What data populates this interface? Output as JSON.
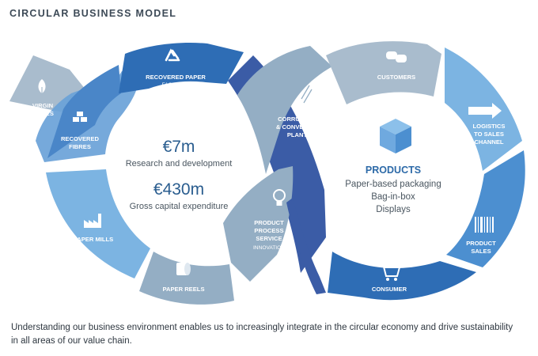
{
  "title": "CIRCULAR BUSINESS MODEL",
  "left_loop": {
    "segments": {
      "virgin": [
        "VIRGIN",
        "FIBRES"
      ],
      "recovered_fibres": [
        "RECOVERED",
        "FIBRES"
      ],
      "recovered_paper": "RECOVERED PAPER",
      "recovered_paper_sub": "FACILITIES",
      "paper_mills": "PAPER MILLS",
      "paper_reels": "PAPER REELS"
    },
    "center": {
      "figure1": "€7m",
      "label1": "Research and development",
      "figure2": "€430m",
      "label2": "Gross capital expenditure"
    }
  },
  "bridge": {
    "corrugated": [
      "CORRUGATED",
      "& CONVERTING",
      "PLANTS"
    ],
    "product_process": [
      "PRODUCT",
      "PROCESS",
      "SERVICE"
    ],
    "product_process_sub": "INNOVATION"
  },
  "right_loop": {
    "segments": {
      "customers": "CUSTOMERS",
      "logistics": [
        "LOGISTICS",
        "TO SALES",
        "CHANNEL"
      ],
      "product_sales": [
        "PRODUCT",
        "SALES"
      ],
      "consumer": "CONSUMER"
    },
    "center": {
      "heading": "PRODUCTS",
      "items": [
        "Paper-based packaging",
        "Bag-in-box",
        "Displays"
      ]
    }
  },
  "caption": "Understanding our business environment enables us to increasingly integrate in the circular economy and drive sustainability in all areas of our value chain.",
  "colors": {
    "dark_blue": "#2e6db5",
    "mid_blue": "#4c8fd0",
    "light_blue": "#7cb4e2",
    "grey_blue": "#94aec4",
    "pale_grey": "#a9bccd",
    "navy_band": "#3b5ca6",
    "title_text": "#3d4a57",
    "figure_text": "#2a5d8f"
  },
  "icons": [
    "leaf-icon",
    "recycle-icon",
    "stacked-bales-icon",
    "factory-icon",
    "paper-reel-icon",
    "stacked-boxes-icon",
    "lightbulb-icon",
    "speech-bubbles-icon",
    "box-icon",
    "truck-arrow-icon",
    "barcode-icon",
    "shopping-cart-icon"
  ]
}
